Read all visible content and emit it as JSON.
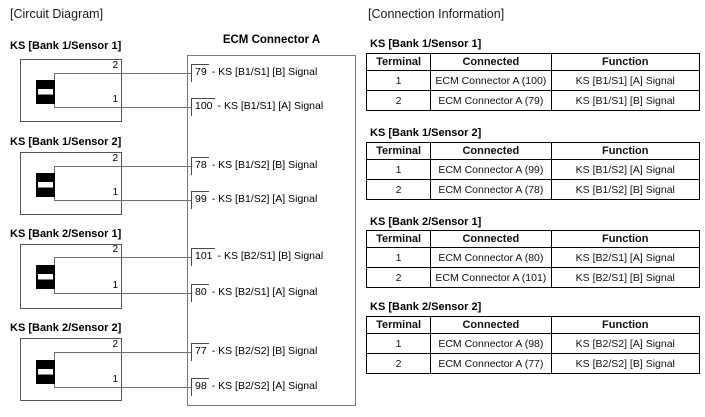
{
  "titles": {
    "circuit": "[Circuit Diagram]",
    "connection": "[Connection Information]",
    "ecm_connector": "ECM Connector A"
  },
  "colors": {
    "background": "#ffffff",
    "line": "#6e6e6e",
    "border": "#000000",
    "symbol": "#000000"
  },
  "sensors": [
    {
      "label": "KS [Bank 1/Sensor 1]",
      "terminal_top": "2",
      "terminal_bottom": "1"
    },
    {
      "label": "KS [Bank 1/Sensor 2]",
      "terminal_top": "2",
      "terminal_bottom": "1"
    },
    {
      "label": "KS [Bank 2/Sensor 1]",
      "terminal_top": "2",
      "terminal_bottom": "1"
    },
    {
      "label": "KS [Bank 2/Sensor 2]",
      "terminal_top": "2",
      "terminal_bottom": "1"
    }
  ],
  "ecm_pins": [
    {
      "pin": "79",
      "label": "- KS [B1/S1] [B] Signal"
    },
    {
      "pin": "100",
      "label": "- KS [B1/S1] [A] Signal"
    },
    {
      "pin": "78",
      "label": "- KS [B1/S2] [B] Signal"
    },
    {
      "pin": "99",
      "label": "- KS [B1/S2] [A] Signal"
    },
    {
      "pin": "101",
      "label": "- KS [B2/S1] [B] Signal"
    },
    {
      "pin": "80",
      "label": "- KS [B2/S1] [A] Signal"
    },
    {
      "pin": "77",
      "label": "- KS [B2/S2] [B] Signal"
    },
    {
      "pin": "98",
      "label": "- KS [B2/S2] [A] Signal"
    }
  ],
  "connection_tables": [
    {
      "title": "KS [Bank 1/Sensor 1]",
      "headers": [
        "Terminal",
        "Connected",
        "Function"
      ],
      "rows": [
        [
          "1",
          "ECM Connector A (100)",
          "KS [B1/S1] [A] Signal"
        ],
        [
          "2",
          "ECM Connector A (79)",
          "KS [B1/S1] [B] Signal"
        ]
      ]
    },
    {
      "title": "KS [Bank 1/Sensor 2]",
      "headers": [
        "Terminal",
        "Connected",
        "Function"
      ],
      "rows": [
        [
          "1",
          "ECM Connector A (99)",
          "KS [B1/S2] [A] Signal"
        ],
        [
          "2",
          "ECM Connector A (78)",
          "KS [B1/S2] [B] Signal"
        ]
      ]
    },
    {
      "title": "KS [Bank 2/Sensor 1]",
      "headers": [
        "Terminal",
        "Connected",
        "Function"
      ],
      "rows": [
        [
          "1",
          "ECM Connector A (80)",
          "KS [B2/S1] [A] Signal"
        ],
        [
          "2",
          "ECM Connector A (101)",
          "KS [B2/S1] [B] Signal"
        ]
      ]
    },
    {
      "title": "KS [Bank 2/Sensor 2]",
      "headers": [
        "Terminal",
        "Connected",
        "Function"
      ],
      "rows": [
        [
          "1",
          "ECM Connector A (98)",
          "KS [B2/S2] [A] Signal"
        ],
        [
          "2",
          "ECM Connector A (77)",
          "KS [B2/S2] [B] Signal"
        ]
      ]
    }
  ]
}
